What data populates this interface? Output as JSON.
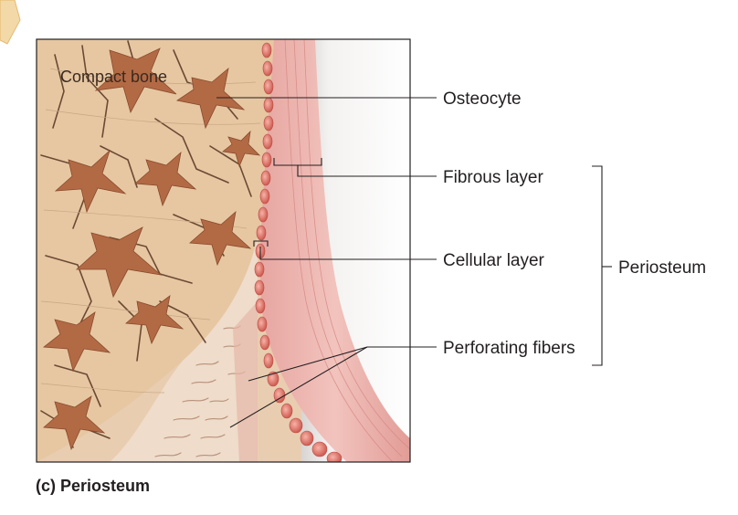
{
  "figure": {
    "inset_label": "Compact bone",
    "caption": "(c) Periosteum",
    "callouts": {
      "osteocyte": "Osteocyte",
      "fibrous_layer": "Fibrous layer",
      "cellular_layer": "Cellular layer",
      "perforating_fibers": "Perforating fibers",
      "periosteum": "Periosteum"
    }
  },
  "colors": {
    "bone": "#e6c7a2",
    "bone_cracks": "#6b4a33",
    "osteocyte": "#b26a45",
    "periosteum_fibrous": "#e9a7a4",
    "periosteum_cellular": "#d9665e",
    "leader_line": "#231f20"
  }
}
